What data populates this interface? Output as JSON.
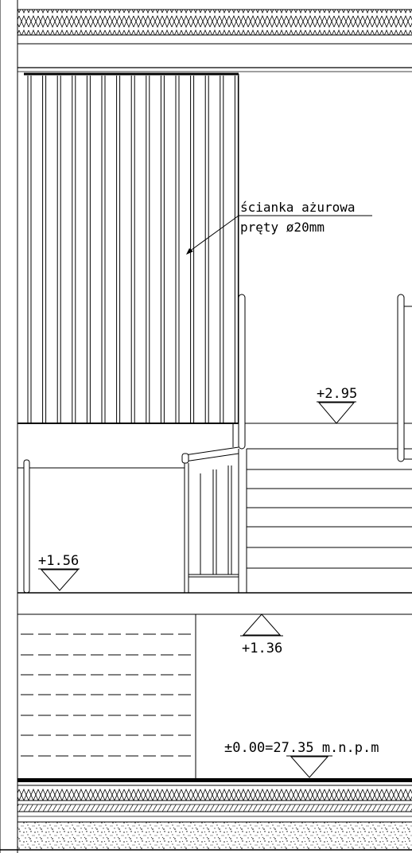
{
  "drawing": {
    "annotation": {
      "line1": "ścianka ażurowa",
      "line2": "pręty ø20mm"
    },
    "levels": {
      "l295": "+2.95",
      "l156": "+1.56",
      "l136": "+1.36",
      "l000": "±0.00=27.35 m.n.p.m"
    }
  }
}
